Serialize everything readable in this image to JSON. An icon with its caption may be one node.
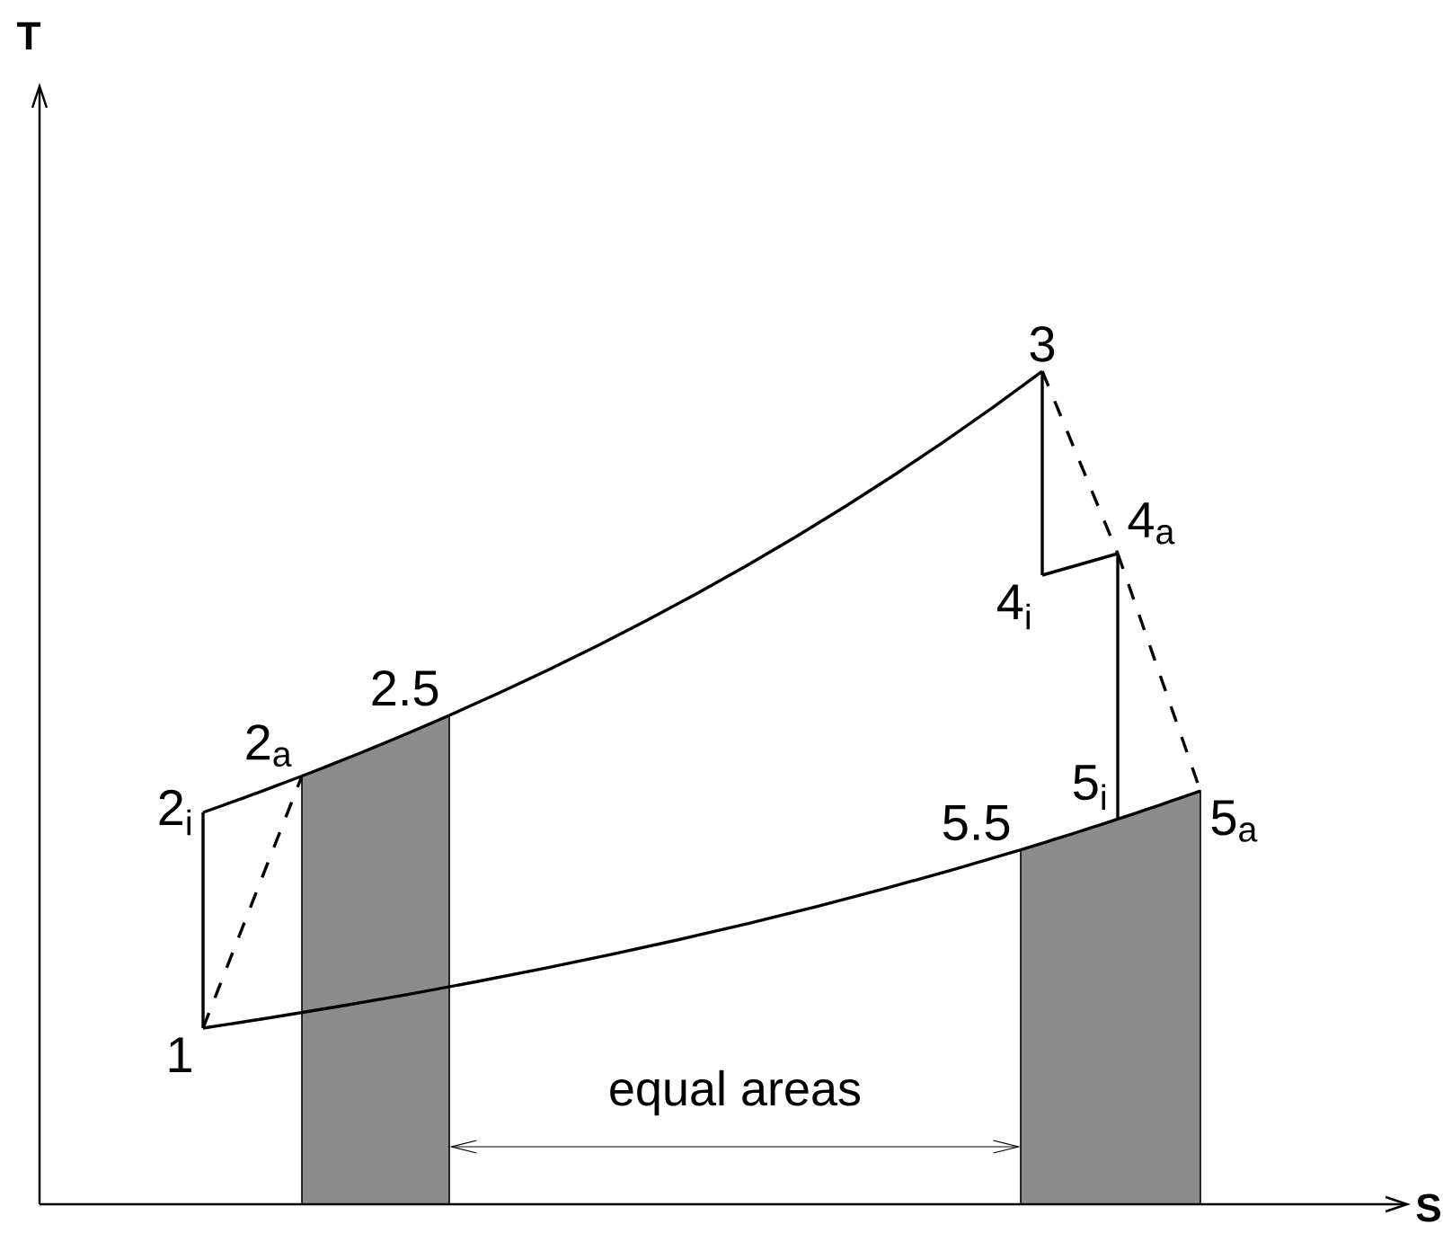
{
  "diagram": {
    "nodes": [
      {
        "text": [
          "1"
        ]
      },
      {
        "text": [
          "2$_{i}$"
        ]
      },
      {
        "text": [
          "2$_{a}$"
        ]
      },
      {
        "text": [
          "2.5"
        ]
      },
      {
        "text": [
          "3"
        ]
      },
      {
        "text": [
          "4$_{i}$"
        ]
      },
      {
        "text": [
          "4$_{a}$"
        ]
      },
      {
        "text": [
          "5$_{i}$"
        ]
      },
      {
        "text": [
          "5.5"
        ]
      },
      {
        "text": [
          "5$_{a}$"
        ]
      }
    ],
    "edges": [
      {
        "from": 0,
        "to": 1,
        "arrow": "none"
      },
      {
        "from": 0,
        "to": 2,
        "arrow": "none",
        "style": "dashed"
      },
      {
        "from": 1,
        "to": 2,
        "arrow": "none"
      },
      {
        "from": 2,
        "to": 3,
        "arrow": "none"
      },
      {
        "from": 3,
        "to": 4,
        "arrow": "none"
      },
      {
        "from": 4,
        "to": 5,
        "arrow": "none"
      },
      {
        "from": 5,
        "to": 6,
        "arrow": "none"
      },
      {
        "from": 6,
        "to": 7,
        "arrow": "none"
      },
      {
        "from": 4,
        "to": 6,
        "arrow": "none",
        "style": "dashed"
      },
      {
        "from": 6,
        "to": 9,
        "arrow": "none",
        "style": "dashed"
      },
      {
        "from": 0,
        "to": 8,
        "arrow": "none"
      },
      {
        "from": 8,
        "to": 7,
        "arrow": "none"
      },
      {
        "from": 7,
        "to": 9,
        "arrow": "none"
      }
    ],
    "labels": [
      "T",
      "S",
      "equal areas"
    ]
  }
}
